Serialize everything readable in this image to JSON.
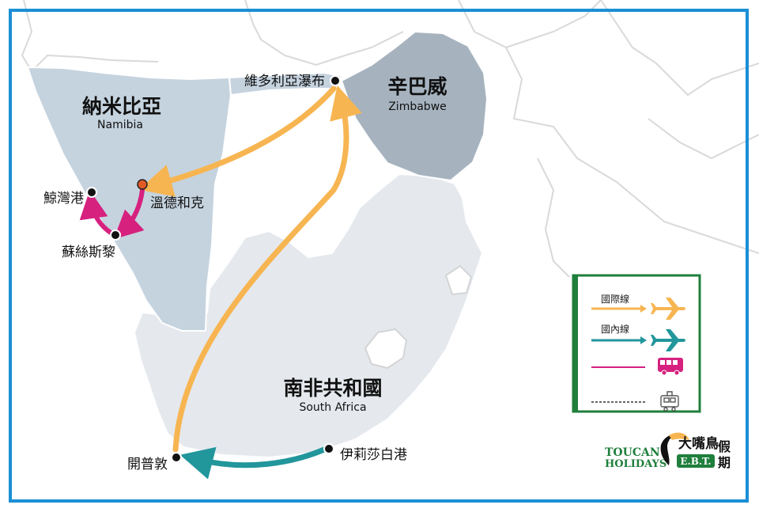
{
  "colors": {
    "frame": "#1a8fd6",
    "land_outline": "#d4d4d4",
    "namibia_fill": "#c5d3df",
    "zimbabwe_fill": "#a6b3bf",
    "south_africa_fill": "#e5e9ee",
    "international": "#f7b552",
    "domestic": "#21969b",
    "coach": "#d6217f",
    "legend_border": "#1f7f3c",
    "origin_dot": "#e15b27"
  },
  "countries": {
    "namibia": {
      "name_zh": "納米比亞",
      "name_en": "Namibia"
    },
    "zimbabwe": {
      "name_zh": "辛巴威",
      "name_en": "Zimbabwe"
    },
    "south_africa": {
      "name_zh": "南非共和國",
      "name_en": "South Africa"
    }
  },
  "cities": {
    "victoria_falls": "維多利亞瀑布",
    "windhoek": "溫德和克",
    "walvis_bay": "鯨灣港",
    "swakopmund": "蘇絲斯黎",
    "cape_town": "開普敦",
    "port_elizabeth": "伊莉莎白港"
  },
  "legend": {
    "international": "國際線",
    "domestic": "國內線",
    "coach_icon": "bus-icon",
    "train_icon": "train-icon",
    "plane_icon": "airplane-icon"
  },
  "brand": {
    "line1": "TOUCAN",
    "line2": "HOLIDAYS",
    "zh_name": "大嘴鳥",
    "zh_side1": "假",
    "zh_side2": "期",
    "badge": "E.B.T."
  }
}
